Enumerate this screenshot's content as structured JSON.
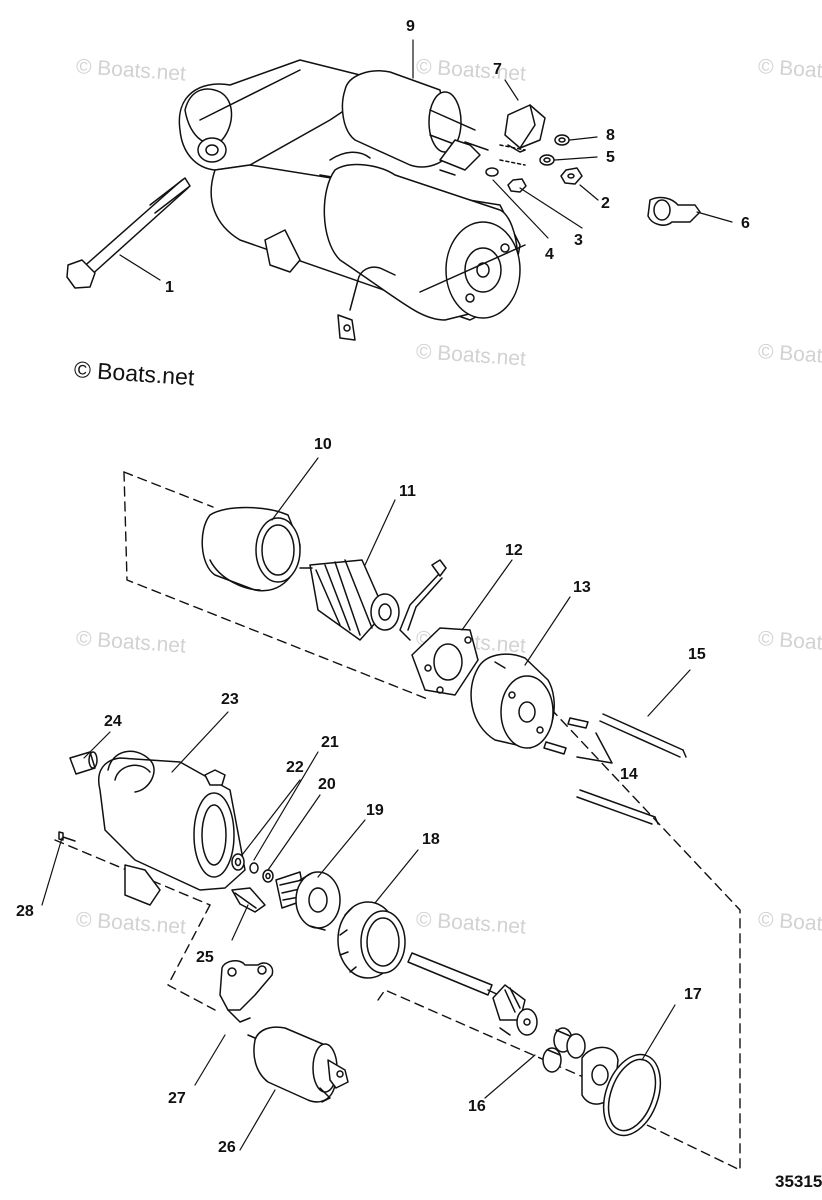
{
  "diagram": {
    "copyright": "© Boats.net",
    "watermark_text": "© Boats.net",
    "diagram_id": "35315",
    "callouts": [
      "1",
      "2",
      "3",
      "4",
      "5",
      "6",
      "7",
      "8",
      "9",
      "10",
      "11",
      "12",
      "13",
      "14",
      "15",
      "16",
      "17",
      "18",
      "19",
      "20",
      "21",
      "22",
      "23",
      "24",
      "25",
      "26",
      "27",
      "28"
    ],
    "colors": {
      "line": "#111111",
      "watermark": "#d2d2d2"
    }
  }
}
